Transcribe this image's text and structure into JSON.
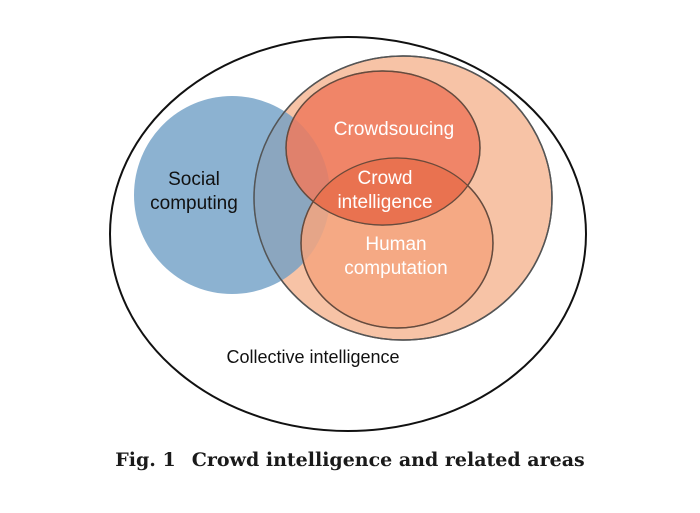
{
  "diagram": {
    "outer_label": "Collective intelligence",
    "social": {
      "line1": "Social",
      "line2": "computing"
    },
    "crowdsourcing": "Crowdsoucing",
    "crowd_intelligence": {
      "line1": "Crowd",
      "line2": "intelligence"
    },
    "human_computation": {
      "line1": "Human",
      "line2": "computation"
    }
  },
  "colors": {
    "outline": "#111111",
    "social_fill": "#8bb1cf",
    "crowd_intelligence_fill": "#f7c3a6",
    "crowdsourcing_fill": "#ef7a5d",
    "human_computation_fill": "#f4a57e",
    "overlap_fill": "#e8714f"
  },
  "caption": {
    "number": "Fig. 1",
    "title": "Crowd intelligence and related areas"
  }
}
